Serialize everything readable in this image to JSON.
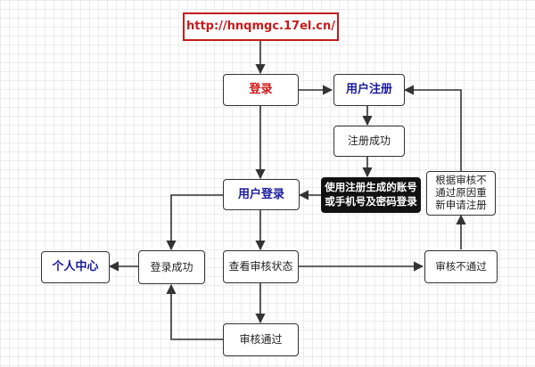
{
  "nodes": {
    "url": "http://hnqmgc.17el.cn/",
    "login": "登录",
    "user_register": "用户注册",
    "register_success": "注册成功",
    "use_account": "使用注册生成的账号\n或手机号及密码登录",
    "user_login": "用户登录",
    "personal_center": "个人中心",
    "login_success": "登录成功",
    "check_status": "查看审核状态",
    "review_failed": "审核不通过",
    "reapply": "根据审核不\n通过原因重\n新申请注册",
    "review_passed": "审核通过"
  },
  "colors": {
    "line": "#333333",
    "url_border": "#c41b1b",
    "red_text": "#d01818",
    "blue_text": "#1a1a9e",
    "dark_bg": "#111111"
  }
}
